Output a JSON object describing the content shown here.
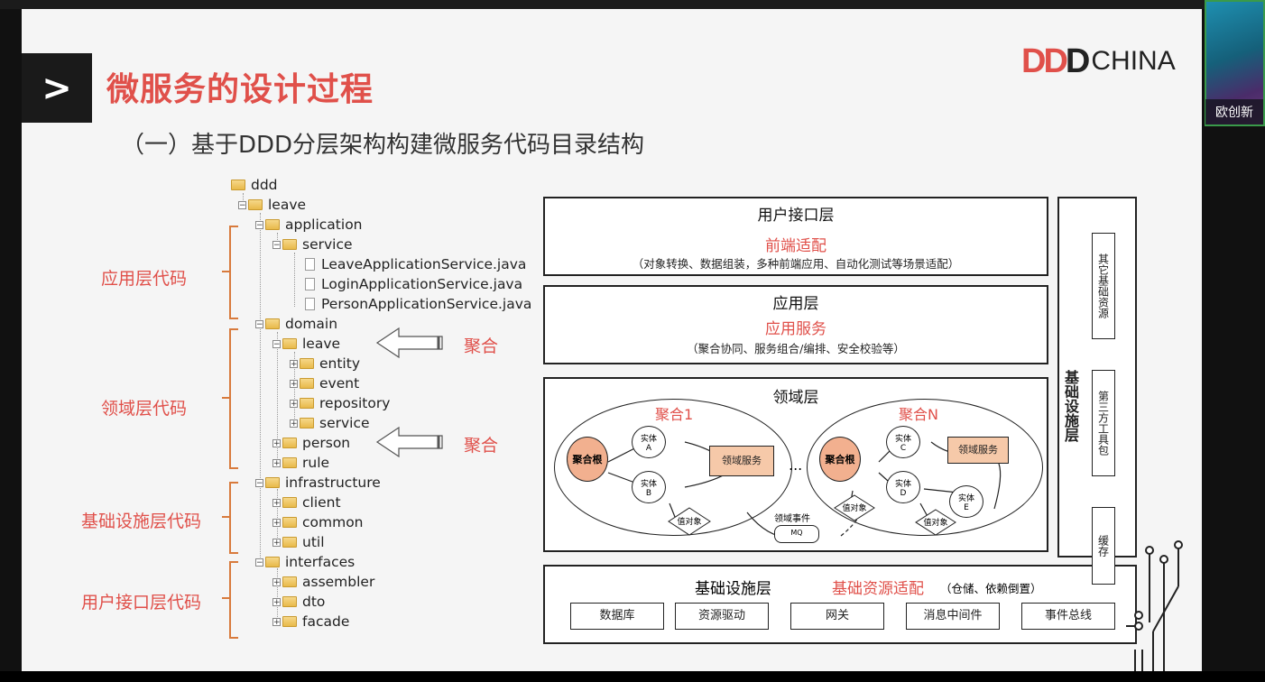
{
  "slide": {
    "title": "微服务的设计过程",
    "subtitle": "（一）基于DDD分层架构构建微服务代码目录结构",
    "logo": {
      "ddd_letters": [
        "D",
        "D",
        "D"
      ],
      "china": "CHINA"
    },
    "nav_icon": "chevron-right-icon"
  },
  "tree": {
    "nodes": [
      {
        "label": "ddd"
      },
      {
        "label": "leave"
      },
      {
        "label": "application"
      },
      {
        "label": "service"
      },
      {
        "label": "LeaveApplicationService.java"
      },
      {
        "label": "LoginApplicationService.java"
      },
      {
        "label": "PersonApplicationService.java"
      },
      {
        "label": "domain"
      },
      {
        "label": "leave"
      },
      {
        "label": "entity"
      },
      {
        "label": "event"
      },
      {
        "label": "repository"
      },
      {
        "label": "service"
      },
      {
        "label": "person"
      },
      {
        "label": "rule"
      },
      {
        "label": "infrastructure"
      },
      {
        "label": "client"
      },
      {
        "label": "common"
      },
      {
        "label": "util"
      },
      {
        "label": "interfaces"
      },
      {
        "label": "assembler"
      },
      {
        "label": "dto"
      },
      {
        "label": "facade"
      }
    ]
  },
  "sections": {
    "app": "应用层代码",
    "domain": "领域层代码",
    "infra": "基础设施层代码",
    "ui": "用户接口层代码"
  },
  "aggregate_arrows": [
    "聚合",
    "聚合"
  ],
  "layers": {
    "user": {
      "title": "用户接口层",
      "sub": "前端适配",
      "note": "（对象转换、数据组装，多种前端应用、自动化测试等场景适配）"
    },
    "app": {
      "title": "应用层",
      "sub": "应用服务",
      "note": "（聚合协同、服务组合/编排、安全校验等）"
    },
    "domain": {
      "title": "领域层",
      "agg1": "聚合1",
      "aggN": "聚合N",
      "root": "聚合根",
      "root2": "聚合根",
      "entityA": "实体\nA",
      "entityB": "实体\nB",
      "entityC": "实体\nC",
      "entityD": "实体\nD",
      "entityE": "实体\nE",
      "svc1": "领域服务",
      "svc2": "领域服务",
      "vo1": "值对象",
      "vo2": "值对象",
      "vo3": "值对象",
      "ellipsis": "...",
      "event": "领域事件",
      "mq": "MQ"
    },
    "infra": {
      "title": "基础设施层",
      "sub": "基础资源适配",
      "note": "（仓储、依赖倒置）",
      "items": [
        "数据库",
        "资源驱动",
        "网关",
        "消息中间件",
        "事件总线"
      ]
    },
    "side": {
      "title": "基础设施层",
      "items": [
        "其它基础资源",
        "第三方工具包",
        "缓存"
      ]
    }
  },
  "participant": {
    "name": "欧创新"
  }
}
